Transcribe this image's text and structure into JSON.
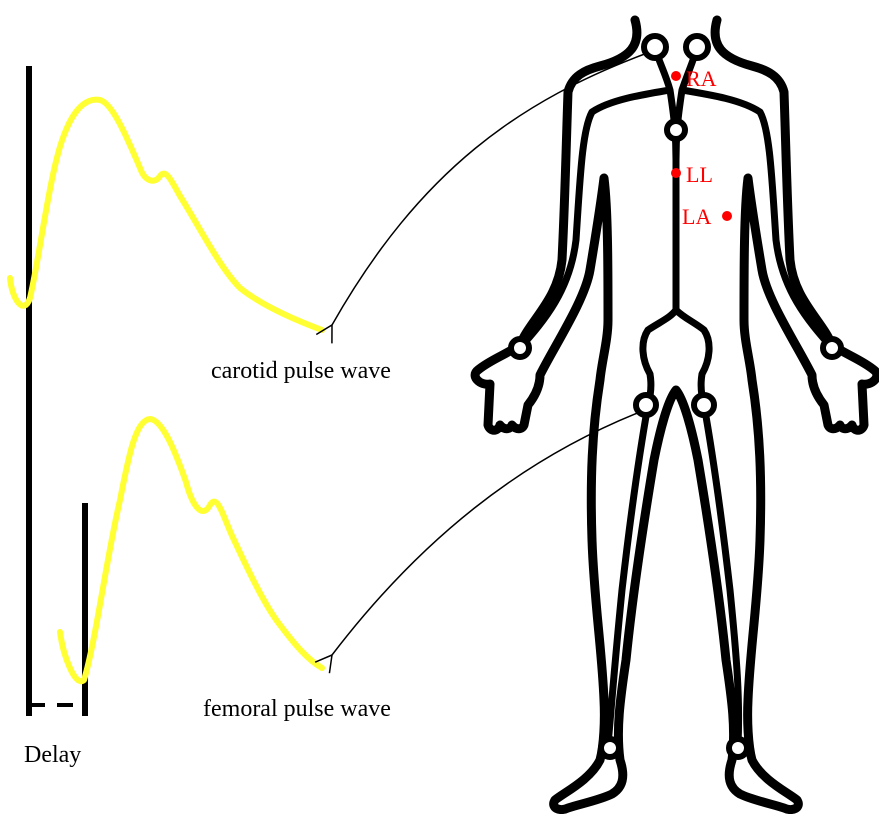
{
  "colors": {
    "wave": "#ffff33",
    "electrode": "#ff0000",
    "outline": "#000000",
    "background": "#ffffff"
  },
  "labels": {
    "carotid": "carotid pulse wave",
    "femoral": "femoral pulse wave",
    "delay": "Delay"
  },
  "electrodes": [
    {
      "label": "RA"
    },
    {
      "label": "LL"
    },
    {
      "label": "LA"
    }
  ]
}
